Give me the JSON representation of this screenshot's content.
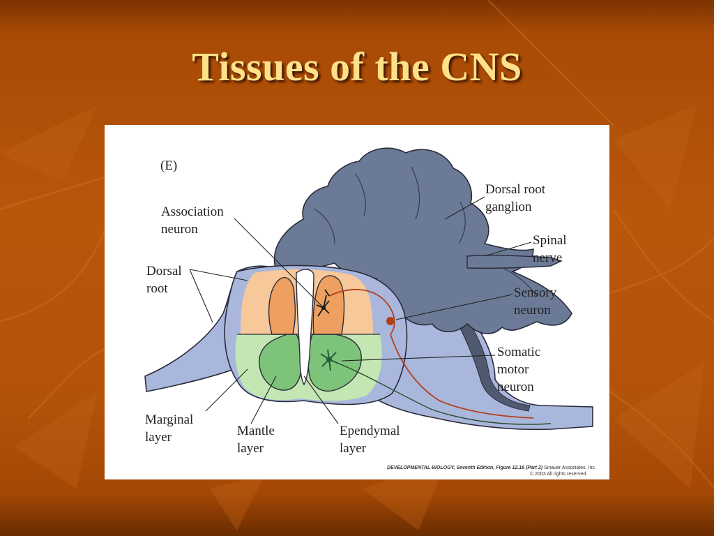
{
  "slide": {
    "title": "Tissues of the CNS"
  },
  "figure": {
    "panel_letter": "(E)",
    "labels": {
      "association_neuron": "Association\nneuron",
      "dorsal_root": "Dorsal\nroot",
      "dorsal_root_ganglion": "Dorsal root\nganglion",
      "spinal_nerve": "Spinal\nnerve",
      "sensory_neuron": "Sensory\nneuron",
      "somatic_motor_neuron": "Somatic\nmotor\nneuron",
      "marginal_layer": "Marginal\nlayer",
      "mantle_layer": "Mantle\nlayer",
      "ependymal_layer": "Ependymal\nlayer"
    },
    "credit_line1_title": "DEVELOPMENTAL BIOLOGY, Seventh Edition, Figure 12.16 (Part 2)",
    "credit_line1_publisher": "Sinauer Associates, Inc.",
    "credit_line2": "© 2003 All rights reserved."
  },
  "colors": {
    "background": "#b9560a",
    "title": "#ffe18a",
    "ganglion": "#6b7a96",
    "root_blue": "#aab7dc",
    "marginal_green": "#c4e6b2",
    "mantle_green": "#7dc47a",
    "dorsal_peach": "#f6c89a",
    "dorsal_orange": "#eea060",
    "neuron_red": "#b0401a"
  }
}
